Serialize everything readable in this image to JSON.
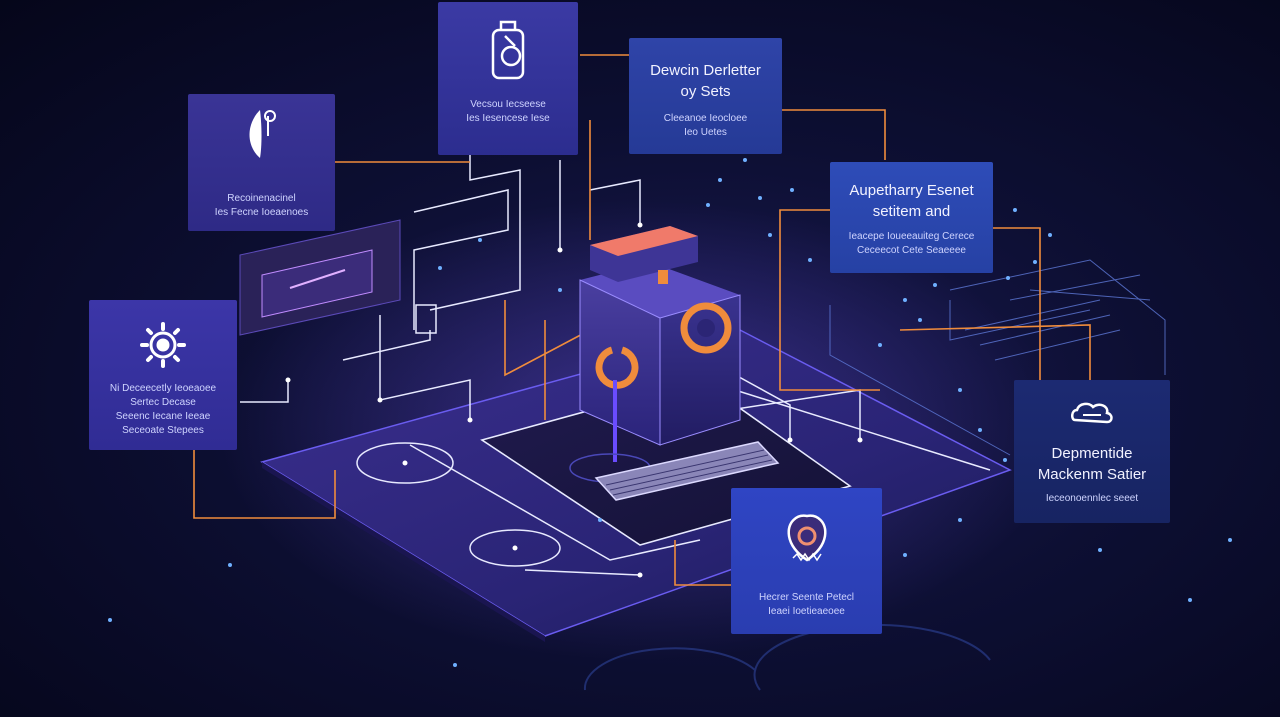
{
  "colors": {
    "background": "#0b0d2e",
    "connector_orange": "#f08c3c",
    "connector_white": "#e8eaff",
    "platform": "#3a2f8c",
    "accent": "#6f5cff"
  },
  "cards": {
    "c1": {
      "icon": "leaf-icon",
      "title": "",
      "body": "Recoinenacinel\nIes Fecne Ioeaenoes"
    },
    "c2": {
      "icon": "lock-icon",
      "title": "",
      "body": "Vecsou Iecseese\nIes Iesencese Iese"
    },
    "c3": {
      "icon": "",
      "title": "Dewcin Derletter\noy Sets",
      "body": "Cleeanoe Ieocloee\nIeo Uetes"
    },
    "c4": {
      "icon": "",
      "title": "Aupetharry Esenet\nsetitem and",
      "body": "Ieacepe Ioueeauiteg Cerece\nCeceecot Cete Seaeeee"
    },
    "c5": {
      "icon": "gear-icon",
      "title": "",
      "body": "Ni Deceecetly Ieoeaoee\nSertec Decase\nSeeenc Iecane Ieeae\nSeceoate Stepees"
    },
    "c6": {
      "icon": "cloud-icon",
      "title": "Depmentide\nMackenm Satier",
      "body": "Ieceonoennlec seeet"
    },
    "c7": {
      "icon": "shield-icon",
      "title": "",
      "body": "Hecrer Seente Petecl\nIeaei Ioetieaeoee"
    }
  }
}
